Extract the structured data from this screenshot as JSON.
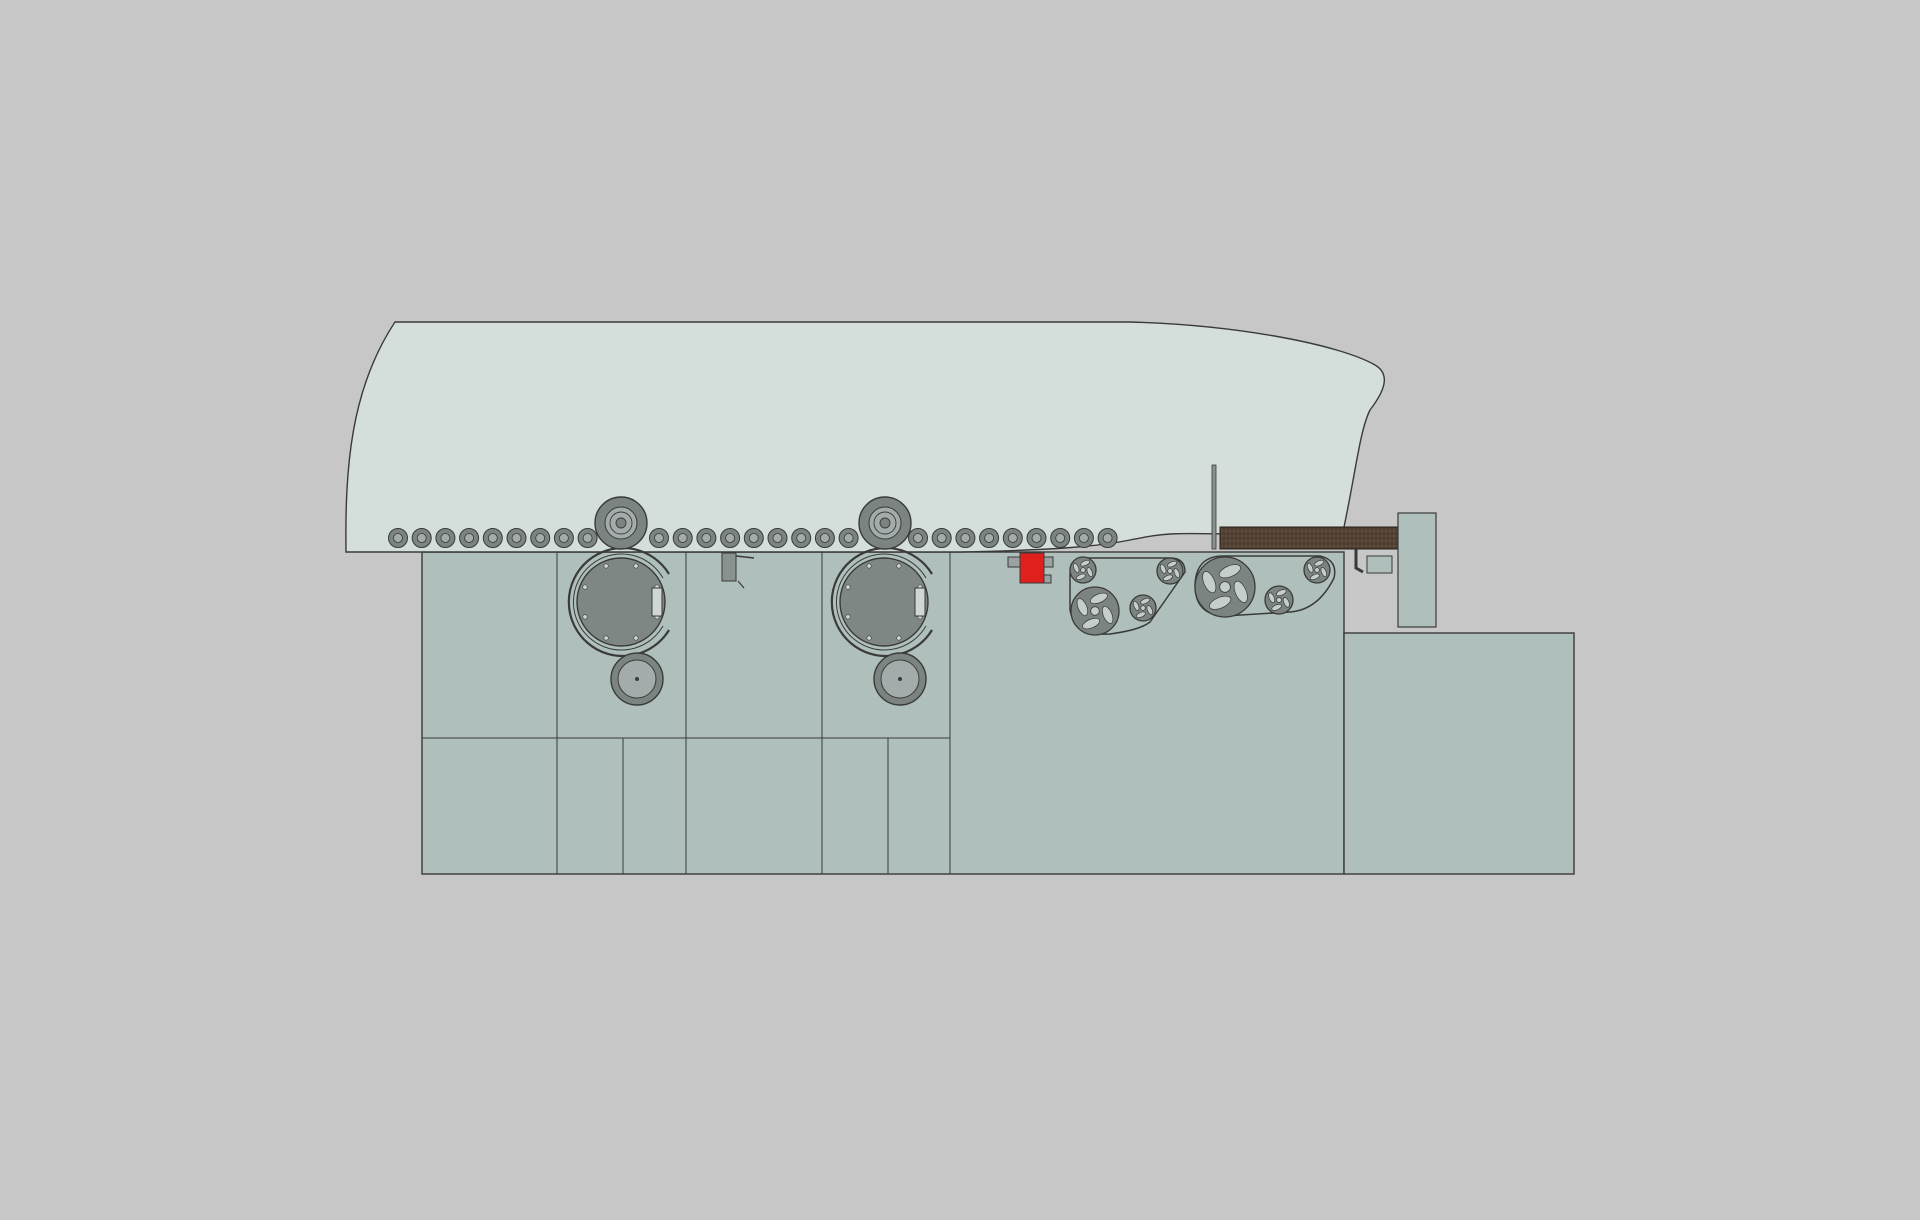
{
  "colors": {
    "background": "#c7c7c7",
    "hood": "#d4dfdb",
    "body": "#afc0bc",
    "stroke": "#3a3a3a",
    "roller_outer": "#7c8482",
    "roller_inner": "#a3acaa",
    "drum": "#7f8785",
    "belt": "#4a3a2e",
    "sensor": "#e0201c"
  },
  "components": {
    "hood": "machine-hood",
    "base": "machine-base",
    "conveyor": "conveyor-rollers",
    "drums": [
      "heated-drum-1",
      "heated-drum-2"
    ],
    "pressure_rollers": [
      "pressure-roller-1",
      "pressure-roller-2"
    ],
    "lower_rollers": [
      "lower-roller-1",
      "lower-roller-2"
    ],
    "fan_units": [
      "fan-unit-1",
      "fan-unit-2"
    ],
    "sensor": "red-sensor-box",
    "outfeed_belt": "outfeed-belt",
    "outfeed_post": "outfeed-post"
  }
}
